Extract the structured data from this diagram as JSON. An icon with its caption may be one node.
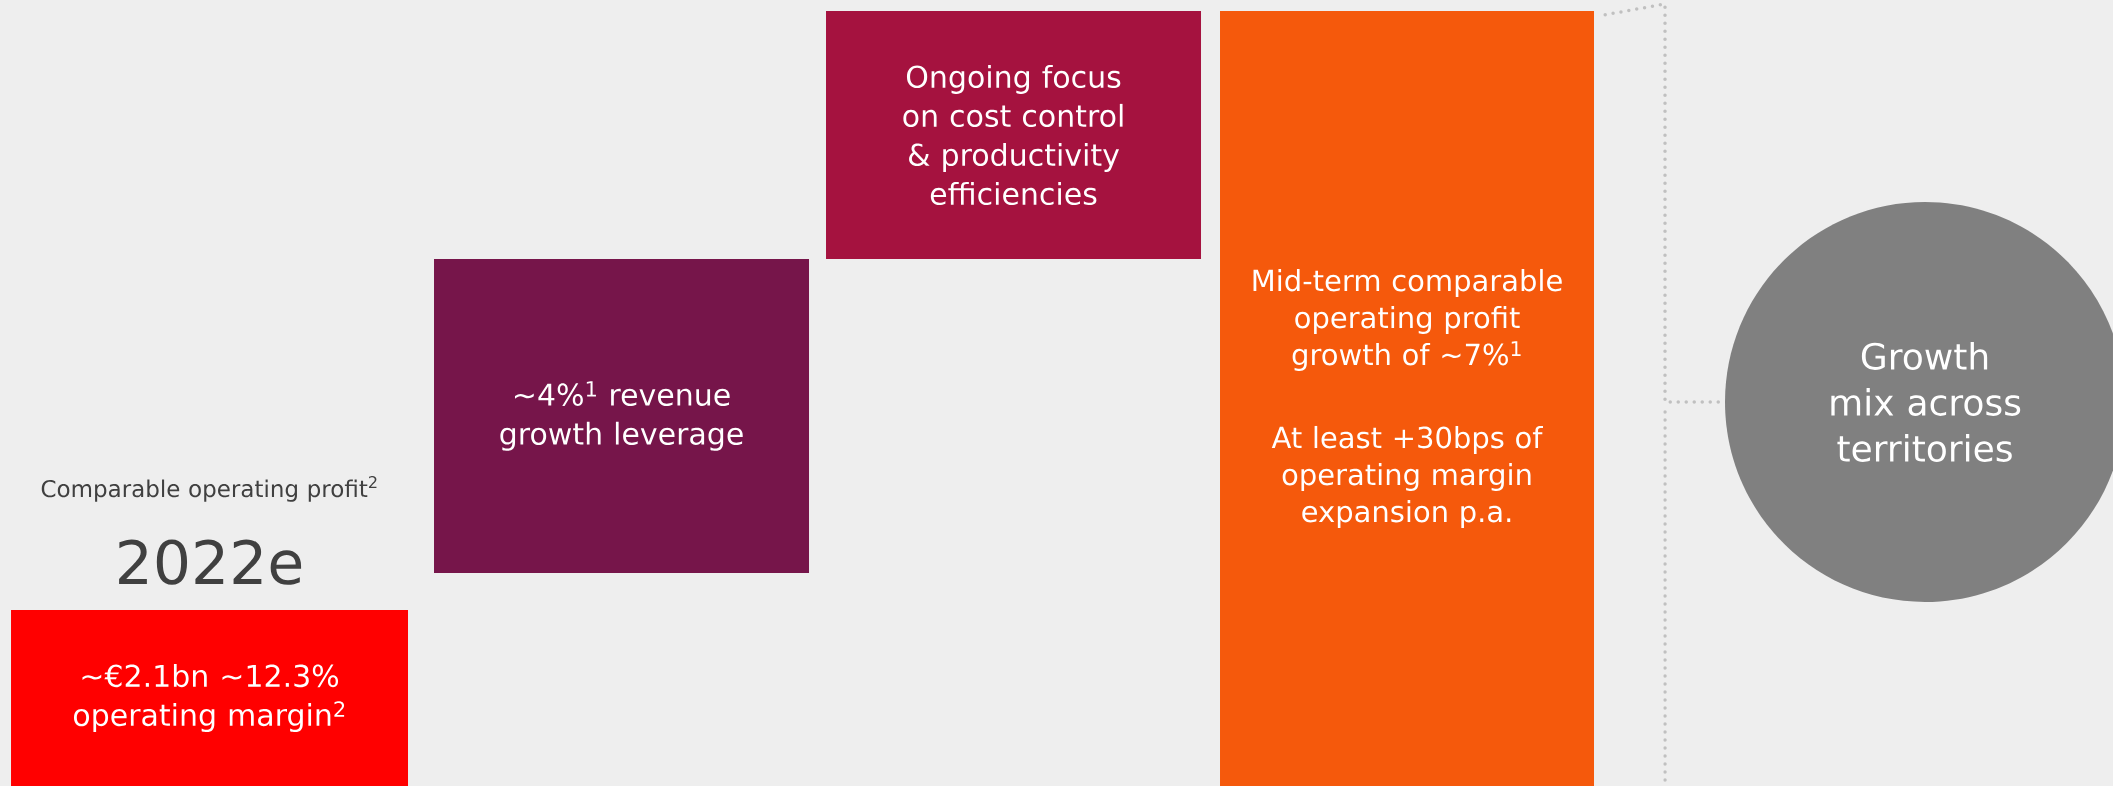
{
  "diagram": {
    "nodes": [
      {
        "text": [
          "~€2.1bn ~12.3% operating margin$^{2}$"
        ],
        "beside": [
          "Comparable operating profit$^{2}$",
          "2022e"
        ]
      },
      {
        "text": [
          "~4%$^{1}$ revenue growth leverage"
        ]
      },
      {
        "text": [
          "Ongoing focus on cost control & productivity efficiencies"
        ]
      },
      {
        "text": [
          "Mid-term comparable operating profit growth of ~7%$^{1}$",
          "At least +30bps of operating margin expansion p.a."
        ]
      },
      {
        "text": [
          "Growth mix across territories"
        ]
      }
    ],
    "edges": [
      {
        "from": 3,
        "to": 4,
        "arrow": "none",
        "style": "dashed",
        "color": "#c0c0c0"
      }
    ]
  }
}
